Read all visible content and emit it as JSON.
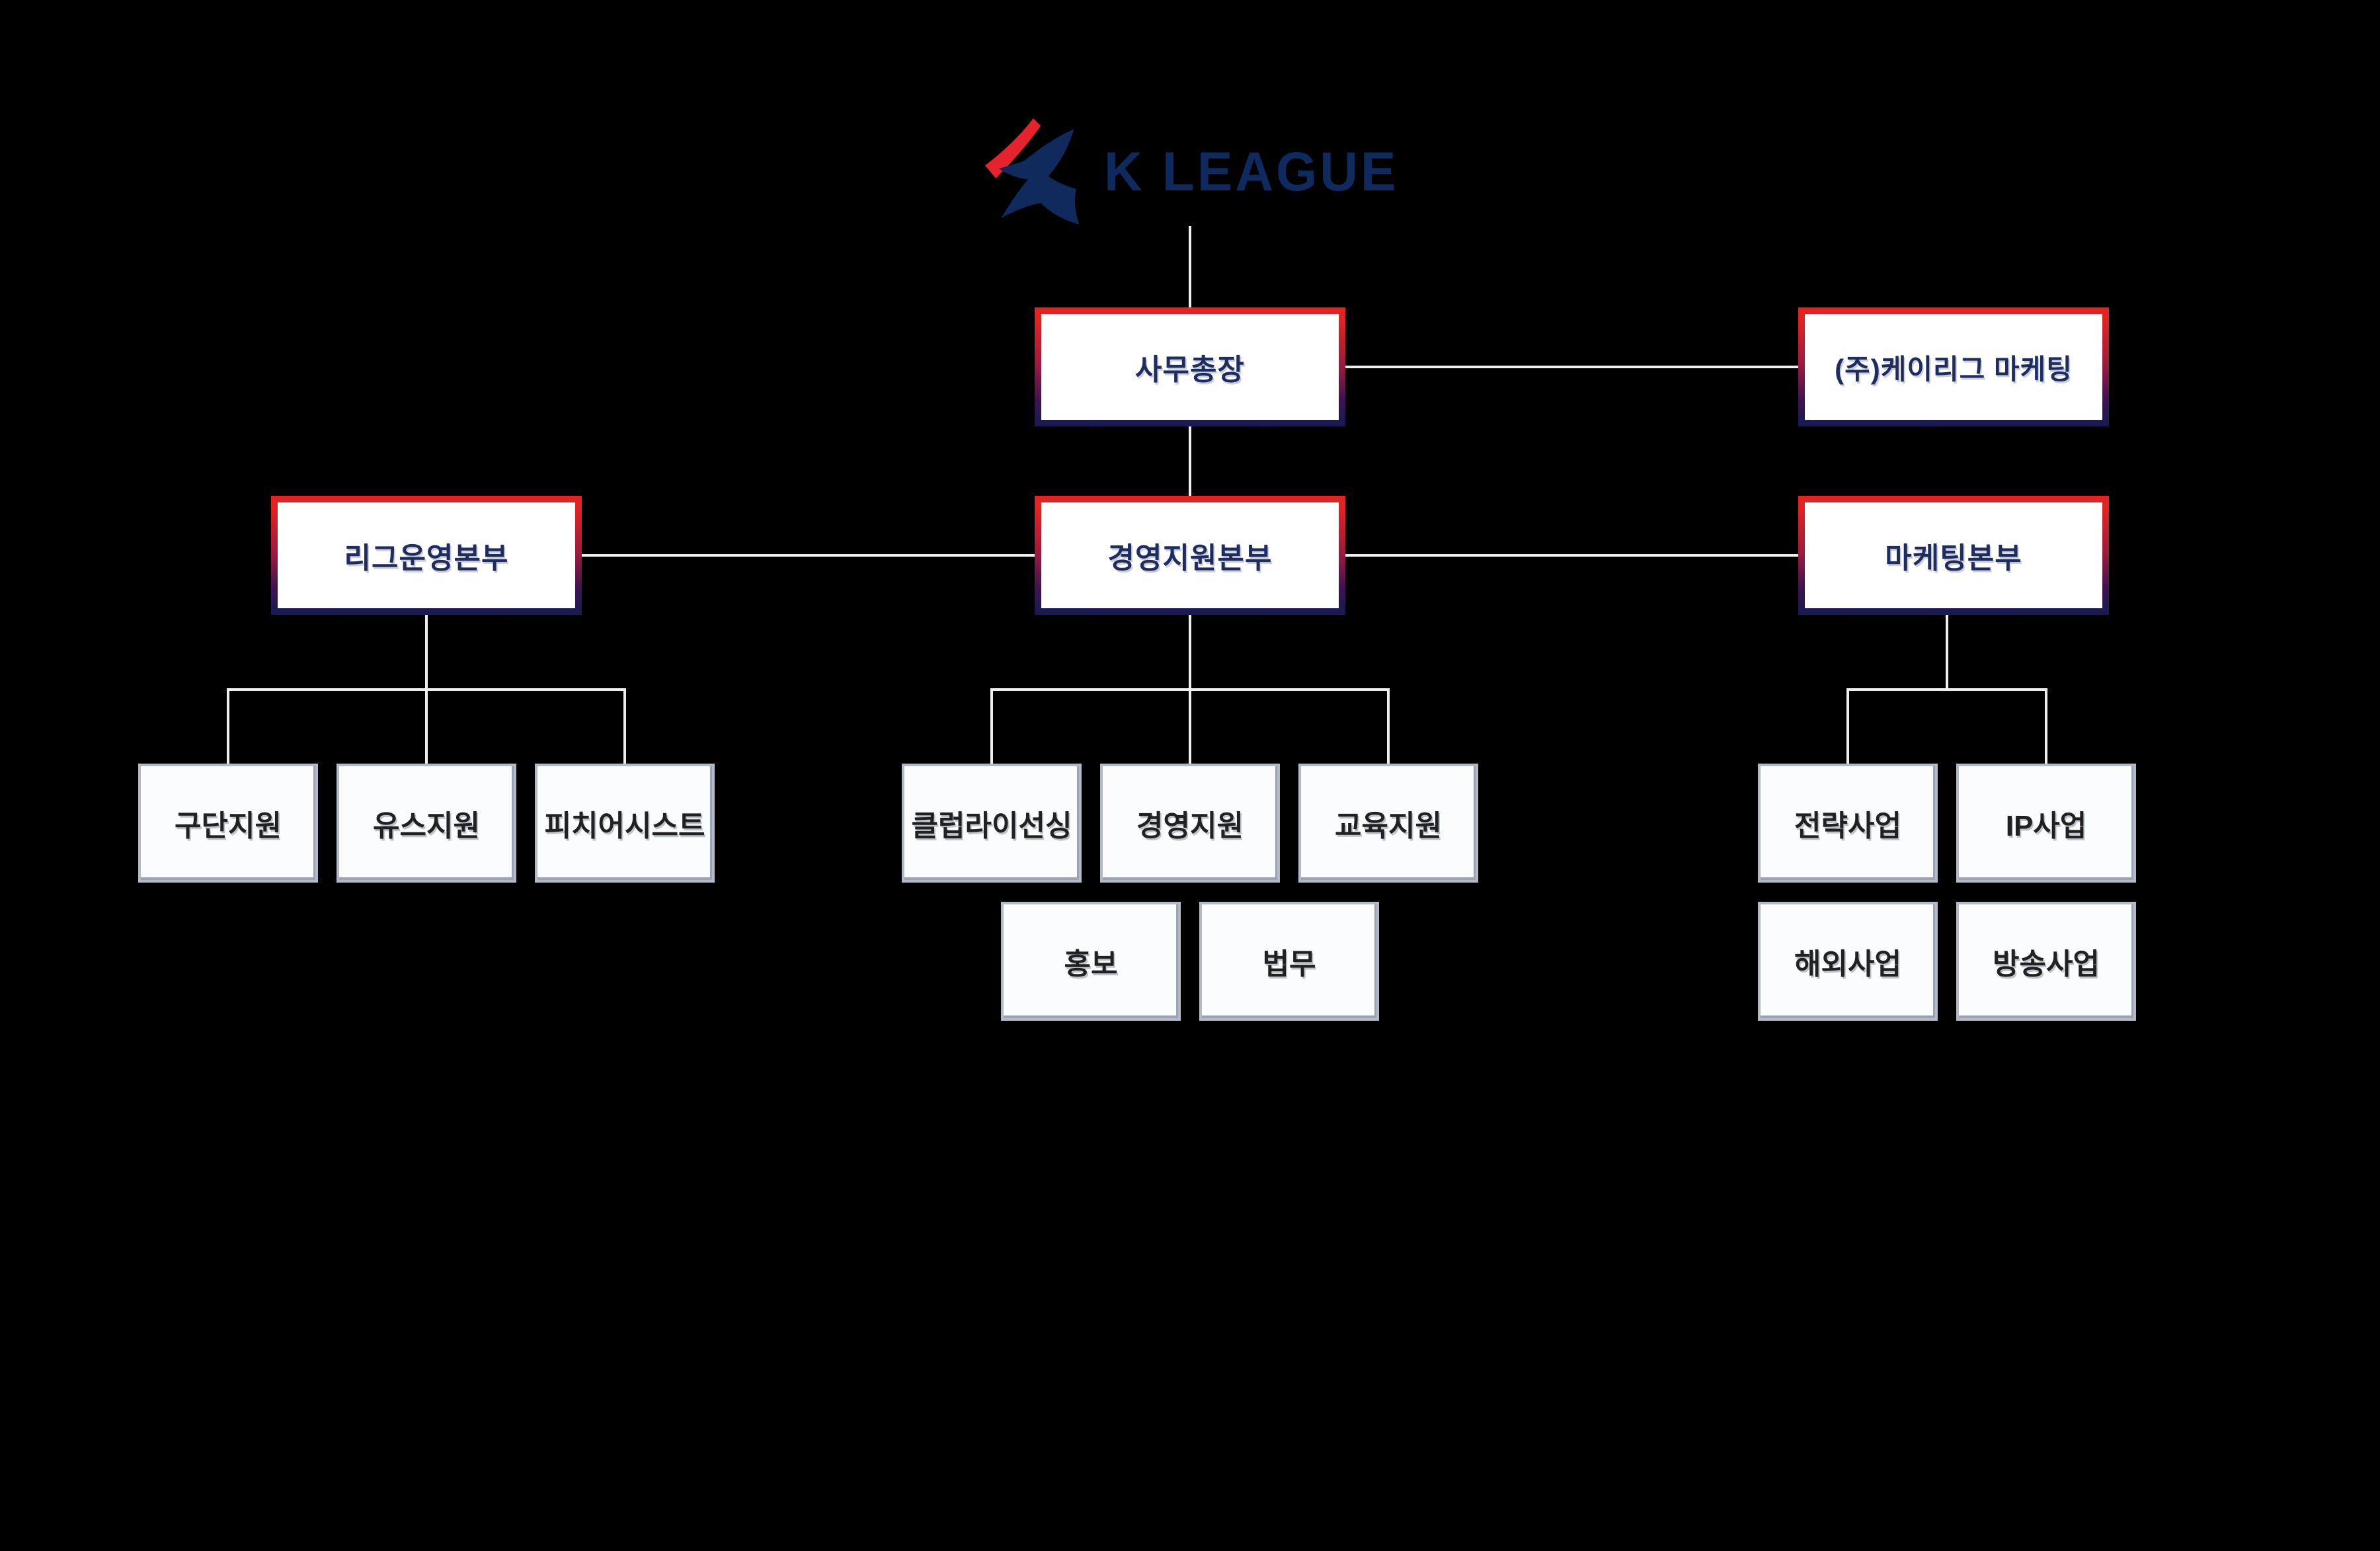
{
  "background": "#000000",
  "logo": {
    "wordmark": "K LEAGUE",
    "mark_colors": {
      "red": "#e5232d",
      "navy": "#112a5e"
    },
    "wordmark_color": "#0f2a5e"
  },
  "org": {
    "root": {
      "label": "사무총장"
    },
    "affiliate": {
      "label": "(주)케이리그 마케팅"
    },
    "divisions": [
      {
        "label": "리그운영본부",
        "teams": [
          "구단지원",
          "유스지원",
          "피치어시스트"
        ]
      },
      {
        "label": "경영지원본부",
        "teams": [
          "클럽라이선싱",
          "경영지원",
          "교육지원",
          "홍보",
          "법무"
        ]
      },
      {
        "label": "마케팅본부",
        "teams": [
          "전략사업",
          "IP사업",
          "해외사업",
          "방송사업"
        ]
      }
    ]
  },
  "style": {
    "connector_color": "#efefef",
    "gradient_box": {
      "border_top": "#e32222",
      "border_mid": "#9c1b3e",
      "border_bottom": "#151b52",
      "bg": "#ffffff",
      "text": "#1e2c5e"
    },
    "team_box": {
      "border": "#b2bac7",
      "bg": "#fbfcfe",
      "text": "#212121"
    }
  }
}
